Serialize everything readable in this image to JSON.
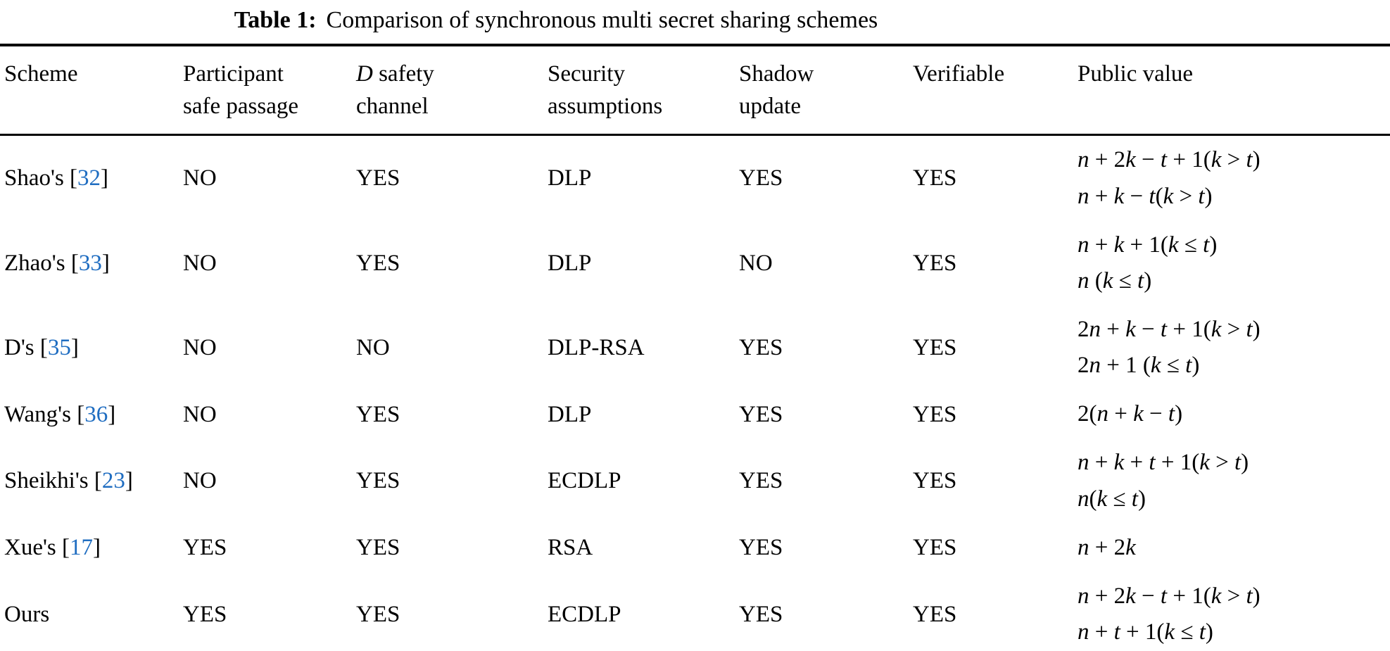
{
  "title": {
    "label": "Table 1:",
    "caption": "Comparison of synchronous multi secret sharing schemes"
  },
  "colors": {
    "text": "#000000",
    "citation_link": "#1f6dc1",
    "background": "#ffffff"
  },
  "table": {
    "headers": [
      {
        "lines": [
          "Scheme"
        ]
      },
      {
        "lines": [
          "Participant",
          "safe passage"
        ]
      },
      {
        "lines": [
          "D safety",
          "channel"
        ],
        "lead_italic": true
      },
      {
        "lines": [
          "Security",
          "assumptions"
        ]
      },
      {
        "lines": [
          "Shadow",
          "update"
        ]
      },
      {
        "lines": [
          "Verifiable"
        ]
      },
      {
        "lines": [
          "Public value"
        ]
      }
    ],
    "rows": [
      {
        "scheme": "Shao's",
        "cite": "32",
        "cells": [
          "NO",
          "YES",
          "DLP",
          "YES",
          "YES"
        ],
        "public_value": [
          "n + 2k − t + 1(k > t)",
          "n + k − t(k > t)"
        ]
      },
      {
        "scheme": "Zhao's",
        "cite": "33",
        "cells": [
          "NO",
          "YES",
          "DLP",
          "NO",
          "YES"
        ],
        "public_value": [
          "n + k + 1(k ≤ t)",
          "n (k ≤ t)"
        ]
      },
      {
        "scheme": "D's",
        "cite": "35",
        "cells": [
          "NO",
          "NO",
          "DLP-RSA",
          "YES",
          "YES"
        ],
        "public_value": [
          "2n + k − t + 1(k > t)",
          "2n + 1 (k ≤ t)"
        ]
      },
      {
        "scheme": "Wang's",
        "cite": "36",
        "cells": [
          "NO",
          "YES",
          "DLP",
          "YES",
          "YES"
        ],
        "public_value": [
          "2(n + k − t)"
        ]
      },
      {
        "scheme": "Sheikhi's",
        "cite": "23",
        "cells": [
          "NO",
          "YES",
          "ECDLP",
          "YES",
          "YES"
        ],
        "public_value": [
          "n + k + t + 1(k > t)",
          "n(k ≤ t)"
        ]
      },
      {
        "scheme": "Xue's",
        "cite": "17",
        "cells": [
          "YES",
          "YES",
          "RSA",
          "YES",
          "YES"
        ],
        "public_value": [
          "n + 2k"
        ]
      },
      {
        "scheme": "Ours",
        "cite": null,
        "cells": [
          "YES",
          "YES",
          "ECDLP",
          "YES",
          "YES"
        ],
        "public_value": [
          "n + 2k − t + 1(k > t)",
          "n + t + 1(k ≤ t)"
        ]
      }
    ]
  }
}
